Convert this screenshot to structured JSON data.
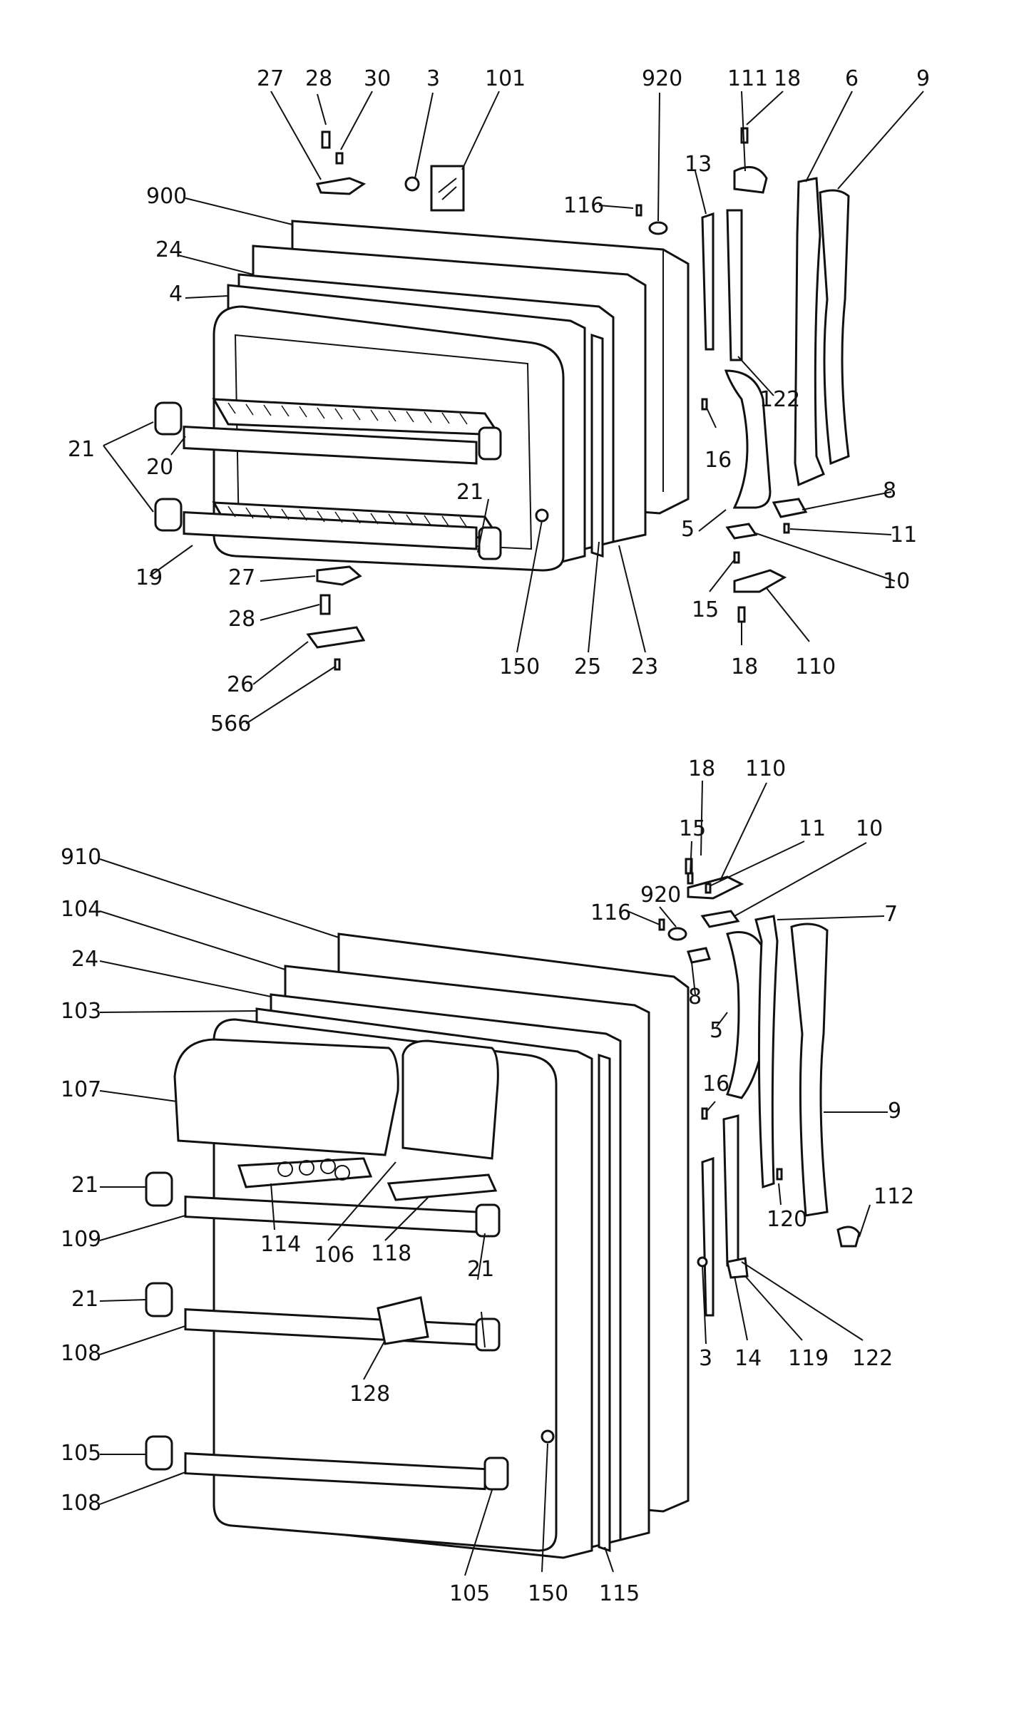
{
  "top_callouts": [
    "27",
    "28",
    "30",
    "3",
    "101",
    "920",
    "111",
    "18",
    "6",
    "9",
    "900",
    "24",
    "4",
    "116",
    "13",
    "122",
    "21",
    "20",
    "16",
    "8",
    "11",
    "5",
    "10",
    "27",
    "28",
    "26",
    "566",
    "19",
    "15",
    "150",
    "25",
    "23",
    "18",
    "110",
    "21"
  ],
  "bottom_callouts": [
    "18",
    "110",
    "15",
    "11",
    "10",
    "920",
    "116",
    "7",
    "910",
    "104",
    "24",
    "103",
    "8",
    "5",
    "16",
    "107",
    "9",
    "21",
    "112",
    "109",
    "114",
    "106",
    "118",
    "21",
    "120",
    "21",
    "128",
    "108",
    "3",
    "14",
    "119",
    "122",
    "105",
    "108",
    "105",
    "150",
    "115"
  ],
  "colors": {
    "ink": "#111111",
    "paper": "#ffffff"
  }
}
